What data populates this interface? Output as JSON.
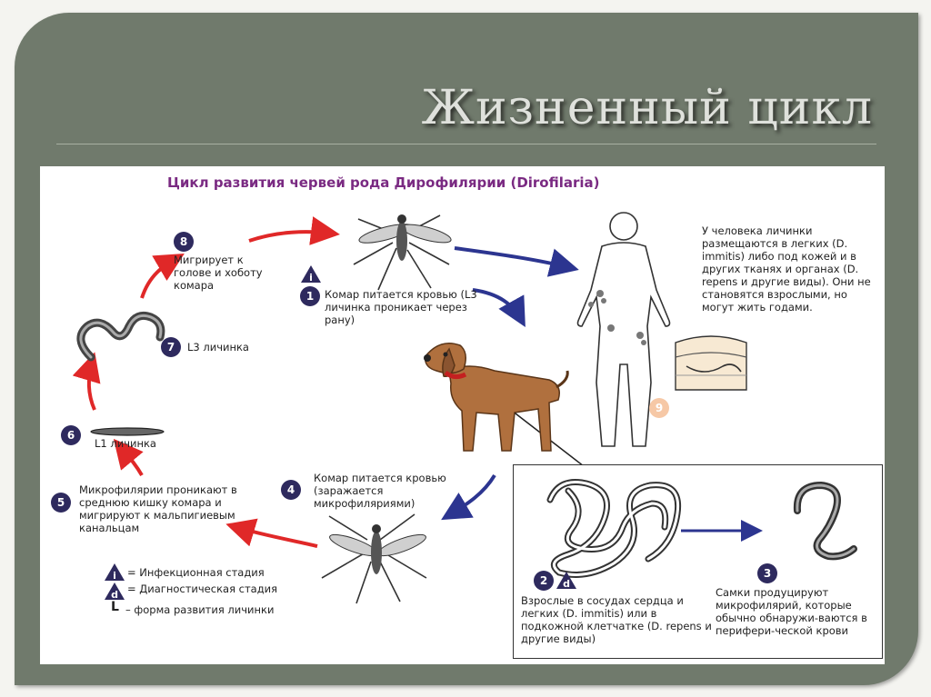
{
  "slide": {
    "title": "Жизненный цикл"
  },
  "figure": {
    "title": "Цикл развития червей рода Дирофилярии (Dirofilaria)",
    "steps": {
      "s1": {
        "badge": "1",
        "text": "Комар питается кровью (L3 личинка проникает через рану)"
      },
      "s2": {
        "badge": "2",
        "text": "Взрослые в сосудах сердца и легких (D. immitis) или в подкожной клетчатке (D. repens и другие виды)"
      },
      "s3": {
        "badge": "3",
        "text": "Самки продуцируют микрофилярий, которые обычно обнаружи-ваются в перифери-ческой крови"
      },
      "s4": {
        "badge": "4",
        "text": "Комар питается кровью (заражается микрофиляриями)"
      },
      "s5": {
        "badge": "5",
        "text": "Микрофилярии проникают в среднюю кишку комара и мигрируют к мальпигиевым канальцам"
      },
      "s6": {
        "badge": "6",
        "text": "L1 личинка"
      },
      "s7": {
        "badge": "7",
        "text": "L3 личинка"
      },
      "s8": {
        "badge": "8",
        "text": "Мигрирует к голове и хоботу комара"
      },
      "s9": {
        "badge": "9"
      }
    },
    "human_text": "У человека личинки размещаются в легких (D. immitis) либо под кожей и в других тканях и органах (D. repens и другие виды). Они не становятся взрослыми, но могут жить годами.",
    "legend": {
      "i_symbol": "i",
      "d_symbol": "d",
      "i_text": "= Инфекционная стадия",
      "d_text": "= Диагностическая стадия",
      "l_symbol": "L",
      "l_text": "– форма развития личинки"
    },
    "colors": {
      "title": "#7a2a82",
      "badge": "#2e2a5e",
      "arrow_red": "#e02828",
      "arrow_blue": "#2c3590"
    }
  }
}
